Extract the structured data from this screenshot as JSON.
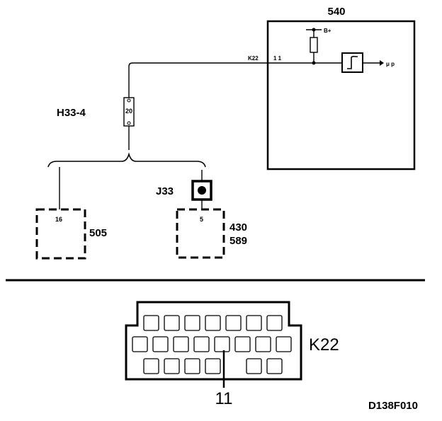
{
  "ecu": {
    "label": "540",
    "supply_label": "B+",
    "output_label": "μ p",
    "pin_label": "1 1",
    "wire_label": "K22"
  },
  "inline_connector": {
    "label": "H33-4",
    "pin": "20"
  },
  "splice": {
    "label": "J33"
  },
  "unit_505": {
    "label": "505",
    "pin": "16"
  },
  "unit_430": {
    "label_line1": "430",
    "label_line2": "589",
    "pin": "5"
  },
  "connector": {
    "label": "K22",
    "pin_callout": "11",
    "rows": [
      7,
      8,
      6
    ],
    "highlighted_pin": 11
  },
  "footer": {
    "code": "D138F010"
  },
  "colors": {
    "line": "#000000",
    "background": "#ffffff"
  }
}
